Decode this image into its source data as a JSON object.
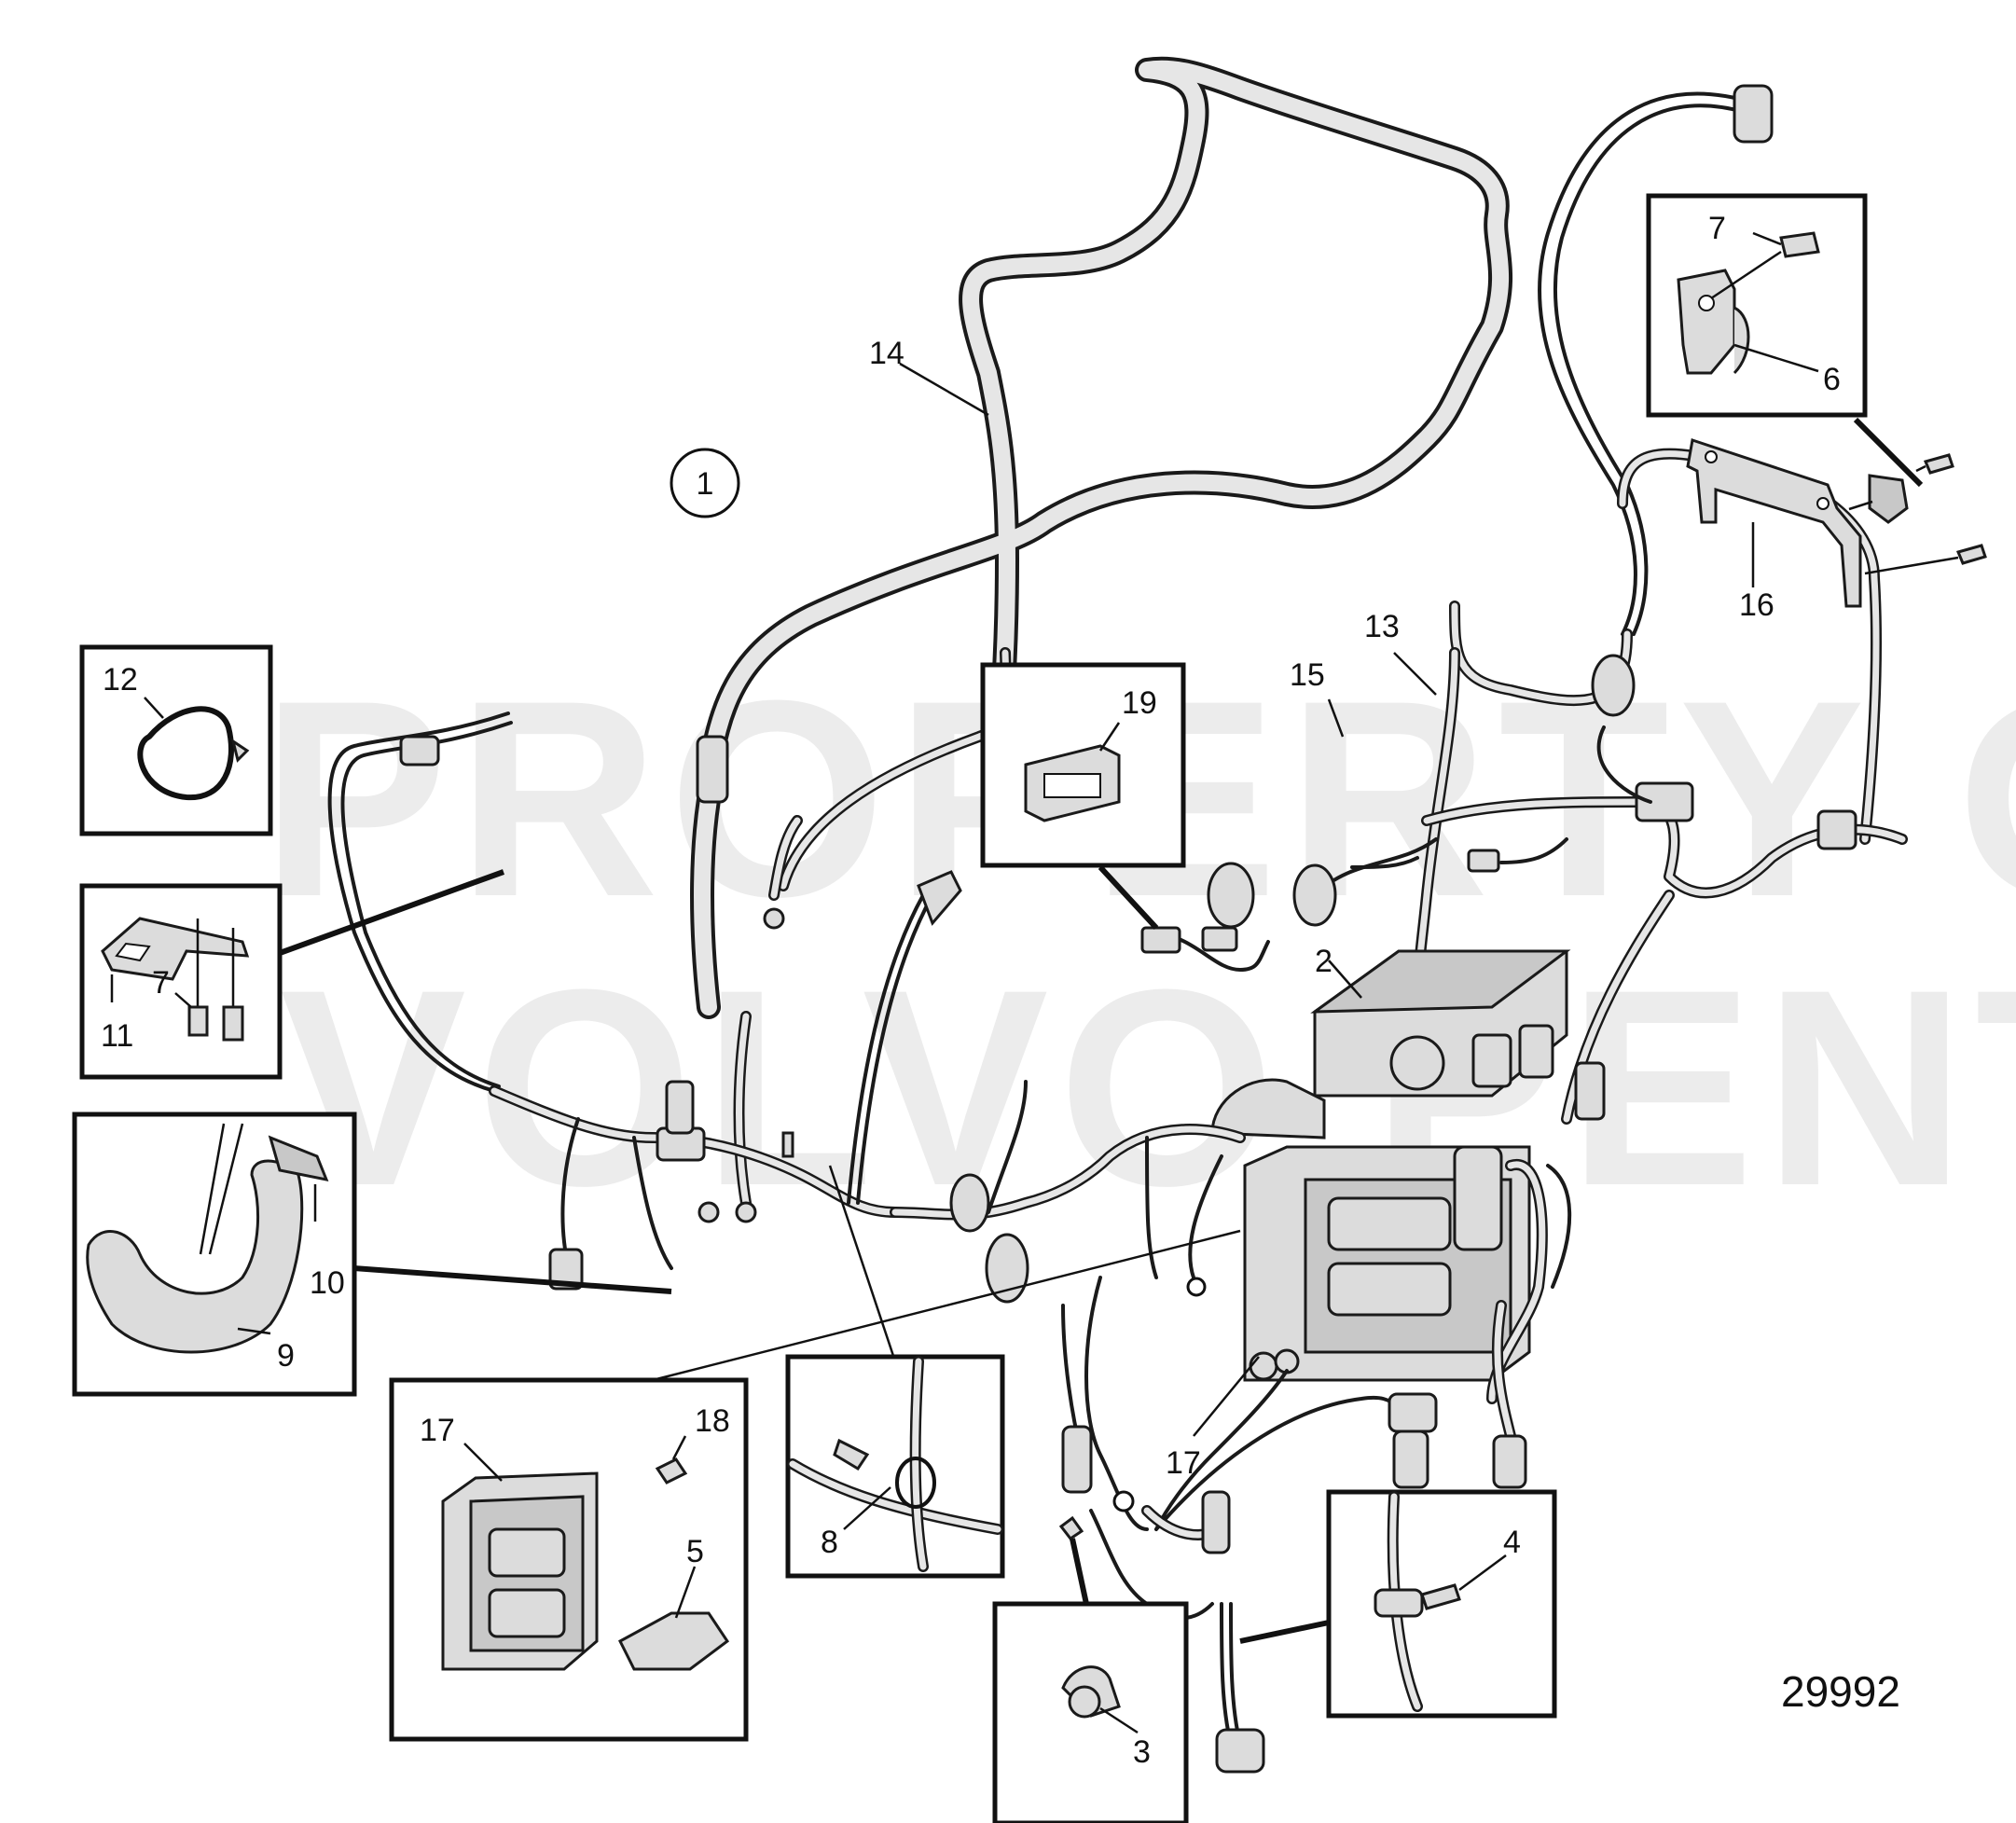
{
  "watermark": {
    "line1": "PROPERTY OF",
    "line2": "VOLVO PENTA"
  },
  "illustration_number": "29992",
  "group_marker": "1",
  "callouts": {
    "c14": "14",
    "c19": "19",
    "c13": "13",
    "c15": "15",
    "c16": "16",
    "c7_top": "7",
    "c6": "6",
    "c12": "12",
    "c7_left": "7",
    "c11": "11",
    "c10": "10",
    "c9": "9",
    "c2": "2",
    "c17_main": "17",
    "c17_inset": "17",
    "c18": "18",
    "c5": "5",
    "c8": "8",
    "c3": "3",
    "c4": "4"
  }
}
